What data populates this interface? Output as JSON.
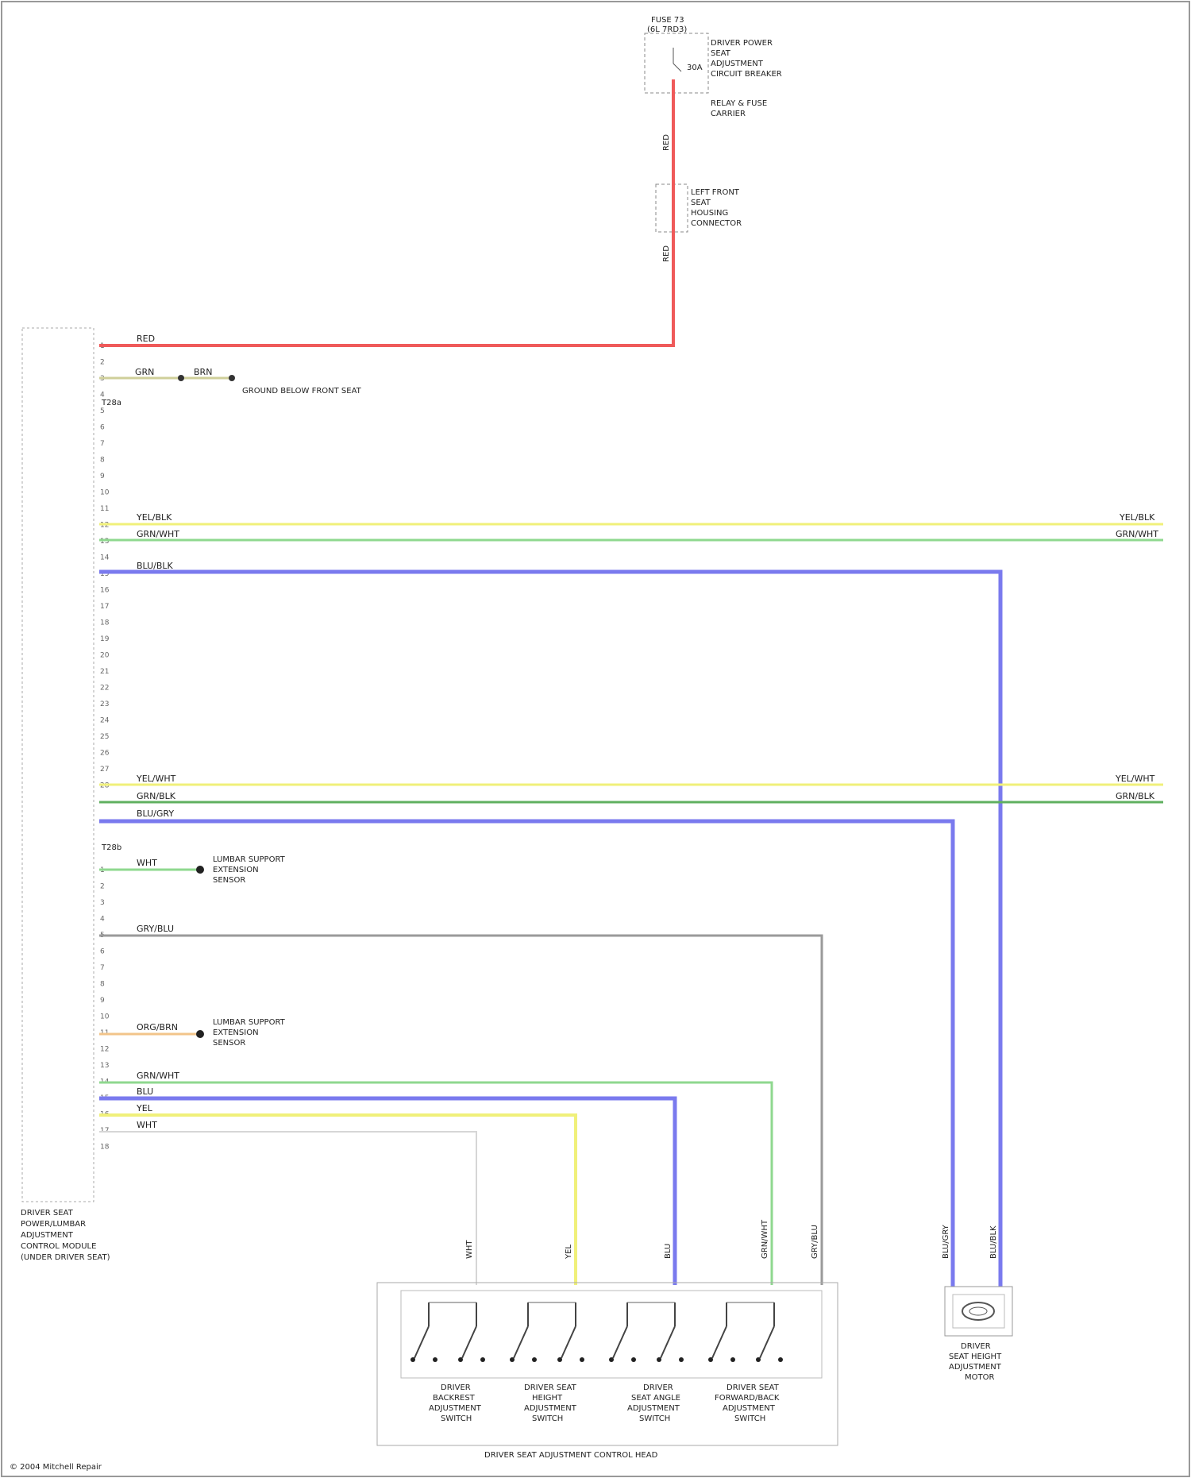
{
  "diagram": {
    "fuse": {
      "id": "FUSE 73",
      "rating": "(6L 7RD3)",
      "desc": [
        "DRIVER POWER",
        "SEAT",
        "ADJUSTMENT",
        "CIRCUIT BREAKER"
      ],
      "sub": [
        "RELAY & FUSE",
        "CARRIER"
      ]
    },
    "connector": {
      "desc": [
        "LEFT FRONT",
        "SEAT",
        "HOUSING",
        "CONNECTOR"
      ]
    },
    "module": {
      "desc": [
        "DRIVER SEAT",
        "POWER/LUMBAR",
        "ADJUSTMENT",
        "CONTROL MODULE",
        "(UNDER DRIVER SEAT)"
      ],
      "connector_top": "T28a",
      "connector_bottom": "T28b"
    },
    "wires": {
      "red": "RED",
      "gnd1": "GRN",
      "gnd2": "BRN",
      "gnd_desc": "GROUND BELOW FRONT SEAT",
      "c1_yel": "YEL/BLK",
      "c1_grn": "GRN/WHT",
      "c1_blu": "BLU/BLK",
      "c2_yel": "YEL/WHT",
      "c2_grn": "GRN/BLK",
      "c2_blu": "BLU/GRY",
      "wht": "WHT",
      "gry": "GRY/BLU",
      "org": "ORG/BRN",
      "sw_grn": "GRN/WHT",
      "sw_blu": "BLU",
      "sw_yel": "YEL",
      "sw_wht": "WHT"
    },
    "right_labels": {
      "r1": "YEL/BLK",
      "r2": "GRN/WHT",
      "r3": "YEL/WHT",
      "r4": "GRN/BLK"
    },
    "sensor_desc": [
      "LUMBAR SUPPORT",
      "EXTENSION",
      "SENSOR"
    ],
    "sensor2_desc": [
      "LUMBAR SUPPORT",
      "EXTENSION",
      "SENSOR"
    ],
    "switches": {
      "s1": [
        "DRIVER",
        "BACKREST",
        "ADJUSTMENT",
        "SWITCH"
      ],
      "s2": [
        "DRIVER SEAT",
        "HEIGHT",
        "ADJUSTMENT",
        "SWITCH"
      ],
      "s3": [
        "DRIVER",
        "SEAT ANGLE",
        "ADJUSTMENT",
        "SWITCH"
      ],
      "s4": [
        "DRIVER SEAT",
        "FORWARD/BACK",
        "ADJUSTMENT",
        "SWITCH"
      ],
      "group": "DRIVER SEAT ADJUSTMENT CONTROL HEAD"
    },
    "motor": {
      "desc": [
        "DRIVER",
        "SEAT HEIGHT",
        "ADJUSTMENT",
        "MOTOR"
      ]
    },
    "footer": "© 2004 Mitchell Repair",
    "colors": {
      "red": "#ef5a5a",
      "yellow": "#f0f07a",
      "green": "#8fd88f",
      "blue": "#7a7aee",
      "gray": "#9a9a9a",
      "orange": "#f2c48a",
      "white": "#d6d6d6",
      "darkgreen": "#60b060"
    }
  }
}
